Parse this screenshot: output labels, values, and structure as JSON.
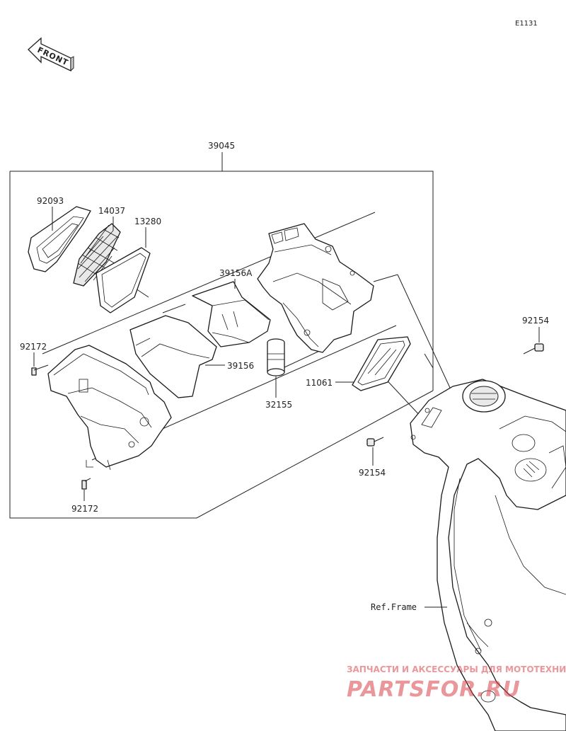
{
  "diagram_code": "E1131",
  "front_marker": "FRONT",
  "assembly": {
    "number": "39045"
  },
  "parts": [
    {
      "number": "92093"
    },
    {
      "number": "14037"
    },
    {
      "number": "13280"
    },
    {
      "number": "39156A"
    },
    {
      "number": "92172"
    },
    {
      "number": "39156"
    },
    {
      "number": "32155"
    },
    {
      "number": "11061"
    },
    {
      "number": "92154"
    },
    {
      "number": "92154"
    },
    {
      "number": "92172"
    }
  ],
  "reference": {
    "label": "Ref.Frame"
  },
  "watermark": {
    "caption": "ЗАПЧАСТИ И АКСЕССУАРЫ ДЛЯ МОТОТЕХНИКИ",
    "brand": "PARTSFOR.RU",
    "color": "#d9434a"
  },
  "colors": {
    "line": "#222222",
    "fill_grey": "#e9e9e9"
  }
}
